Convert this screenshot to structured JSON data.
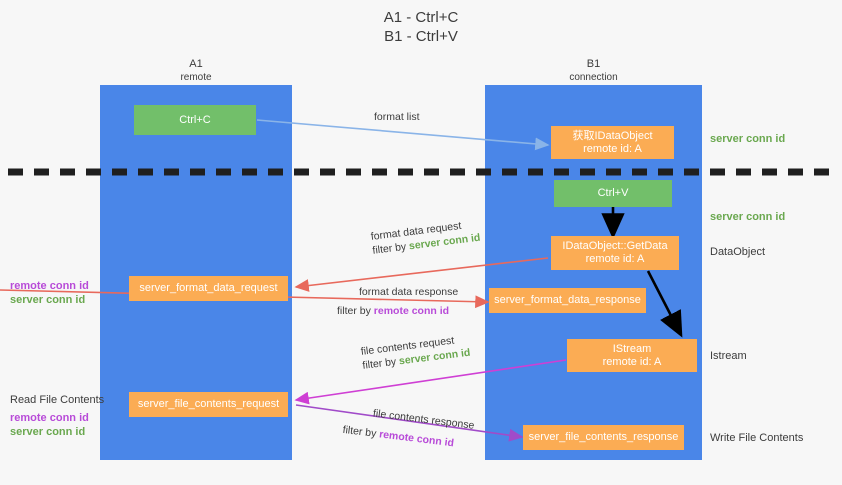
{
  "title": {
    "line1": "A1 - Ctrl+C",
    "line2": "B1 - Ctrl+V"
  },
  "lanes": [
    {
      "id": "a1",
      "title": "A1",
      "subtitle": "remote",
      "color": "#4a86e8"
    },
    {
      "id": "b1",
      "title": "B1",
      "subtitle": "connection",
      "color": "#4a86e8"
    }
  ],
  "colors": {
    "lane": "#4a86e8",
    "green_box": "#72bf6a",
    "orange_box": "#fbac54",
    "server_conn": "#6aa84f",
    "remote_conn": "#b84bd8",
    "arrow_blue": "#8ab4e8",
    "arrow_red": "#e8695c",
    "arrow_magenta": "#cf3fd4",
    "arrow_purple": "#a14bc9",
    "arrow_black": "#000000",
    "divider": "#1f1f1f",
    "background": "#f7f7f7"
  },
  "nodes": {
    "ctrl_c": {
      "label": "Ctrl+C",
      "style": "green"
    },
    "get_idataobject": {
      "line1": "获取IDataObject",
      "line2": "remote id: A",
      "style": "orange"
    },
    "ctrl_v": {
      "label": "Ctrl+V",
      "style": "green"
    },
    "idataobject_getdata": {
      "line1": "IDataObject::GetData",
      "line2": "remote id: A",
      "style": "orange"
    },
    "server_format_data_request": {
      "label": "server_format_data_request",
      "style": "orange"
    },
    "server_format_data_response": {
      "label": "server_format_data_response",
      "style": "orange"
    },
    "istream": {
      "line1": "IStream",
      "line2": "remote id: A",
      "style": "orange"
    },
    "server_file_contents_request": {
      "label": "server_file_contents_request",
      "style": "orange"
    },
    "server_file_contents_response": {
      "label": "server_file_contents_response",
      "style": "orange"
    }
  },
  "edge_labels": {
    "format_list": "format list",
    "format_data_request": "format data request",
    "format_data_request_filter_prefix": "filter by ",
    "format_data_request_filter_value": "server conn id",
    "format_data_response": "format data response",
    "format_data_response_filter_prefix": "filter by ",
    "format_data_response_filter_value": "remote conn id",
    "file_contents_request": "file contents request",
    "file_contents_request_filter_prefix": "filter by ",
    "file_contents_request_filter_value": "server conn id",
    "file_contents_response": "file contents response",
    "file_contents_response_filter_prefix": "filter by ",
    "file_contents_response_filter_value": "remote conn id"
  },
  "right_annotations": [
    {
      "text": "server conn id",
      "kind": "server"
    },
    {
      "text": "server conn id",
      "kind": "server"
    },
    {
      "text": "DataObject",
      "kind": "plain"
    },
    {
      "text": "Istream",
      "kind": "plain"
    },
    {
      "text": "Write File Contents",
      "kind": "plain"
    }
  ],
  "left_annotations": {
    "group1_remote": "remote conn id",
    "group1_server": "server conn id",
    "read_file_contents": "Read File Contents",
    "group2_remote": "remote conn id",
    "group2_server": "server conn id"
  }
}
